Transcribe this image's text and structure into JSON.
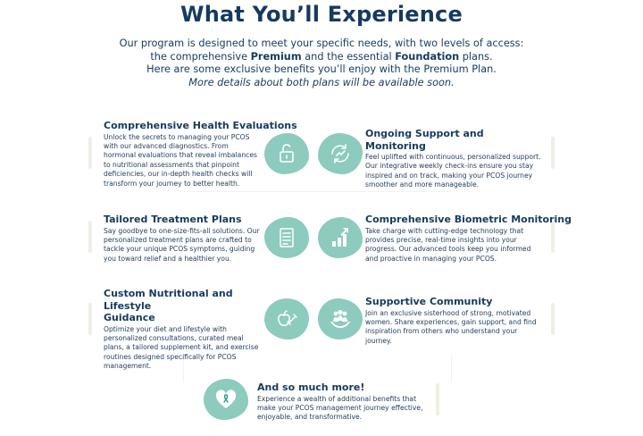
{
  "title": "What You’ll Experience",
  "intro": {
    "line1": "Our program is designed to meet your specific needs, with two levels of access:",
    "line2_pre": "the comprehensive ",
    "line2_premium": "Premium",
    "line2_mid": " and the essential ",
    "line2_foundation": "Foundation",
    "line2_post": " plans.",
    "line3": "Here are some exclusive benefits you’ll enjoy with the Premium Plan.",
    "line4": "More details about both plans will be available soon."
  },
  "features": {
    "evaluations": {
      "title": "Comprehensive Health Evaluations",
      "body": "Unlock the secrets to managing your PCOS with our advanced diagnostics. From hormonal evaluations that reveal imbalances to nutritional assessments that pinpoint deficiencies, our in-depth health checks will transform your journey to better health.",
      "icon": "unlock-icon"
    },
    "support": {
      "title": "Ongoing Support and Monitoring",
      "body": "Feel uplifted with continuous, personalized support. Our integrative weekly check-ins ensure you stay inspired and on track, making your PCOS journey smoother and more manageable.",
      "icon": "support-cycle-icon"
    },
    "treatment": {
      "title": "Tailored Treatment Plans",
      "body": "Say goodbye to one-size-fits-all solutions. Our personalized treatment plans are crafted to tackle your unique PCOS symptoms, guiding you toward relief and a healthier you.",
      "icon": "treatment-plan-document-icon"
    },
    "biometric": {
      "title": "Comprehensive Biometric Monitoring",
      "body": "Take charge with cutting-edge technology that provides precise, real-time insights into your progress. Our advanced tools keep you informed and proactive in managing your PCOS.",
      "icon": "growth-chart-icon"
    },
    "nutrition": {
      "title_line1": "Custom Nutritional and Lifestyle",
      "title_line2": "Guidance",
      "body": "Optimize your diet and lifestyle with personalized consultations, curated meal plans, a tailored supplement kit, and exercise routines designed specifically for PCOS management.",
      "icon": "apple-dumbbell-icon"
    },
    "community": {
      "title": "Supportive Community",
      "body": "Join an exclusive sisterhood of strong, motivated women. Share experiences, gain support, and find inspiration from others who understand your journey.",
      "icon": "community-hands-icon"
    },
    "more": {
      "title": "And so much more!",
      "body": "Experience a wealth of additional benefits that make your PCOS management journey effective, enjoyable, and transformative.",
      "icon": "heart-ribbon-icon"
    }
  },
  "colors": {
    "navy": "#163a5f",
    "teal": "#8ccbbd",
    "white": "#ffffff",
    "accent_bar": "#efefe6"
  }
}
